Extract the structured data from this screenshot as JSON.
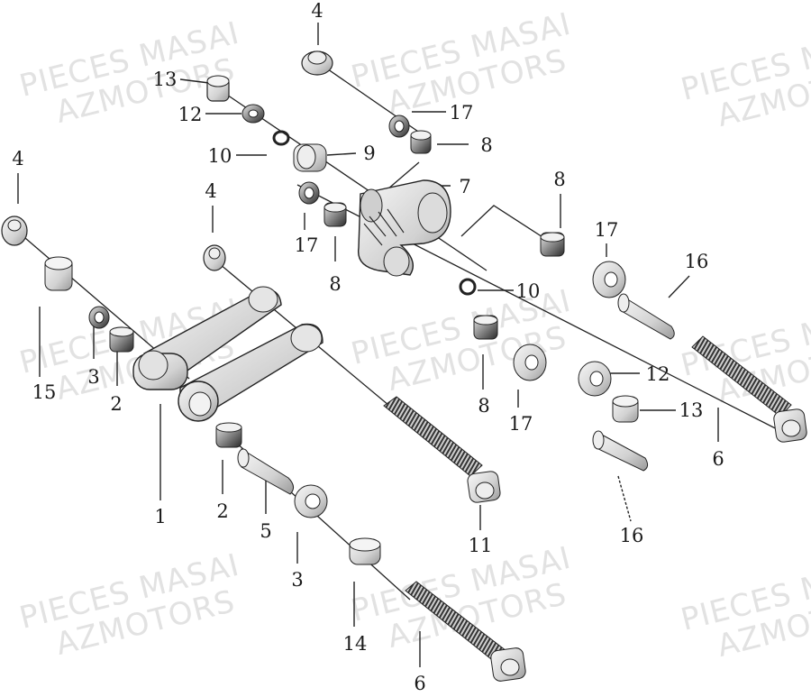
{
  "watermark": {
    "line1": "PIECES MASAI",
    "line2": "AZMOTORS"
  },
  "callouts": [
    {
      "id": "c4a",
      "label": "4"
    },
    {
      "id": "c13a",
      "label": "13"
    },
    {
      "id": "c12a",
      "label": "12"
    },
    {
      "id": "c17a",
      "label": "17"
    },
    {
      "id": "c8a",
      "label": "8"
    },
    {
      "id": "c10a",
      "label": "10"
    },
    {
      "id": "c9",
      "label": "9"
    },
    {
      "id": "c7",
      "label": "7"
    },
    {
      "id": "c4b",
      "label": "4"
    },
    {
      "id": "c4c",
      "label": "4"
    },
    {
      "id": "c8b",
      "label": "8"
    },
    {
      "id": "c17b",
      "label": "17"
    },
    {
      "id": "c16a",
      "label": "16"
    },
    {
      "id": "c17c",
      "label": "17"
    },
    {
      "id": "c8c",
      "label": "8"
    },
    {
      "id": "c10b",
      "label": "10"
    },
    {
      "id": "c15",
      "label": "15"
    },
    {
      "id": "c3a",
      "label": "3"
    },
    {
      "id": "c2a",
      "label": "2"
    },
    {
      "id": "c12b",
      "label": "12"
    },
    {
      "id": "c13b",
      "label": "13"
    },
    {
      "id": "c8d",
      "label": "8"
    },
    {
      "id": "c17d",
      "label": "17"
    },
    {
      "id": "c6a",
      "label": "6"
    },
    {
      "id": "c1",
      "label": "1"
    },
    {
      "id": "c2b",
      "label": "2"
    },
    {
      "id": "c5",
      "label": "5"
    },
    {
      "id": "c11",
      "label": "11"
    },
    {
      "id": "c16b",
      "label": "16"
    },
    {
      "id": "c3b",
      "label": "3"
    },
    {
      "id": "c14",
      "label": "14"
    },
    {
      "id": "c6b",
      "label": "6"
    }
  ]
}
